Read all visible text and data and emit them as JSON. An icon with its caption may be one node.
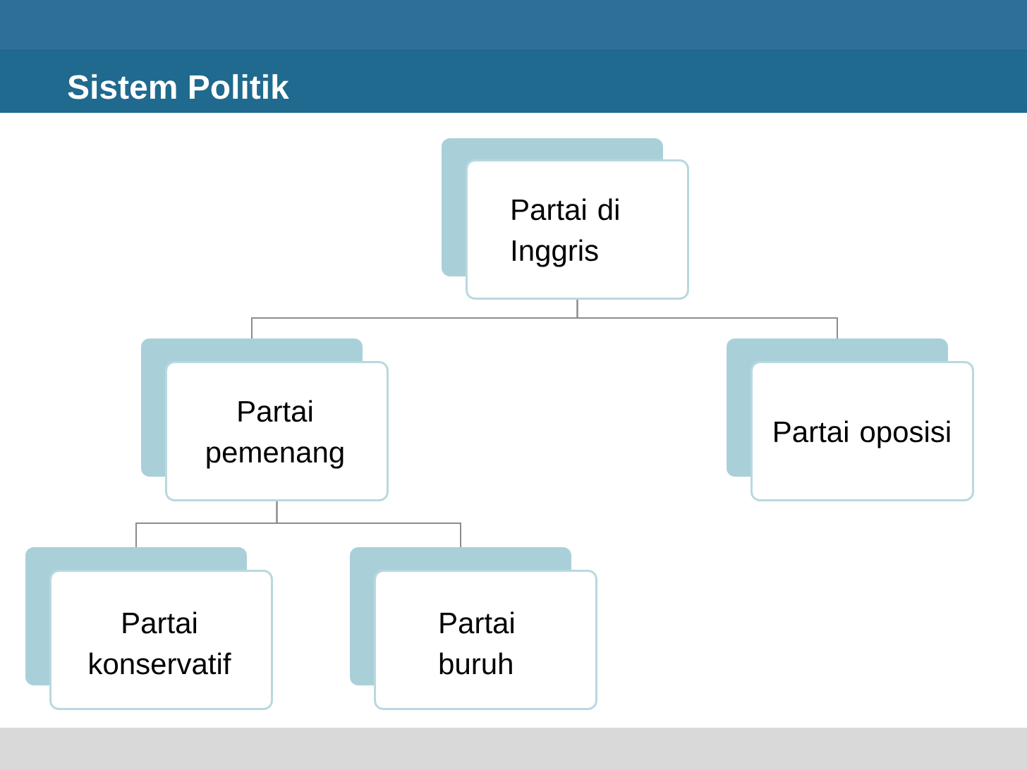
{
  "diagram": {
    "title": "Sistem Politik",
    "nodes": [
      {
        "text": [
          "Partai di Inggris"
        ]
      },
      {
        "text": [
          "Partai pemenang"
        ]
      },
      {
        "text": [
          "Partai oposisi"
        ]
      },
      {
        "text": [
          "Partai konservatif"
        ]
      },
      {
        "text": [
          "Partai buruh"
        ]
      }
    ],
    "edges": [
      {
        "from": 0,
        "to": 1,
        "arrow": "none"
      },
      {
        "from": 0,
        "to": 2,
        "arrow": "none"
      },
      {
        "from": 1,
        "to": 3,
        "arrow": "none"
      },
      {
        "from": 1,
        "to": 4,
        "arrow": "none"
      }
    ]
  }
}
